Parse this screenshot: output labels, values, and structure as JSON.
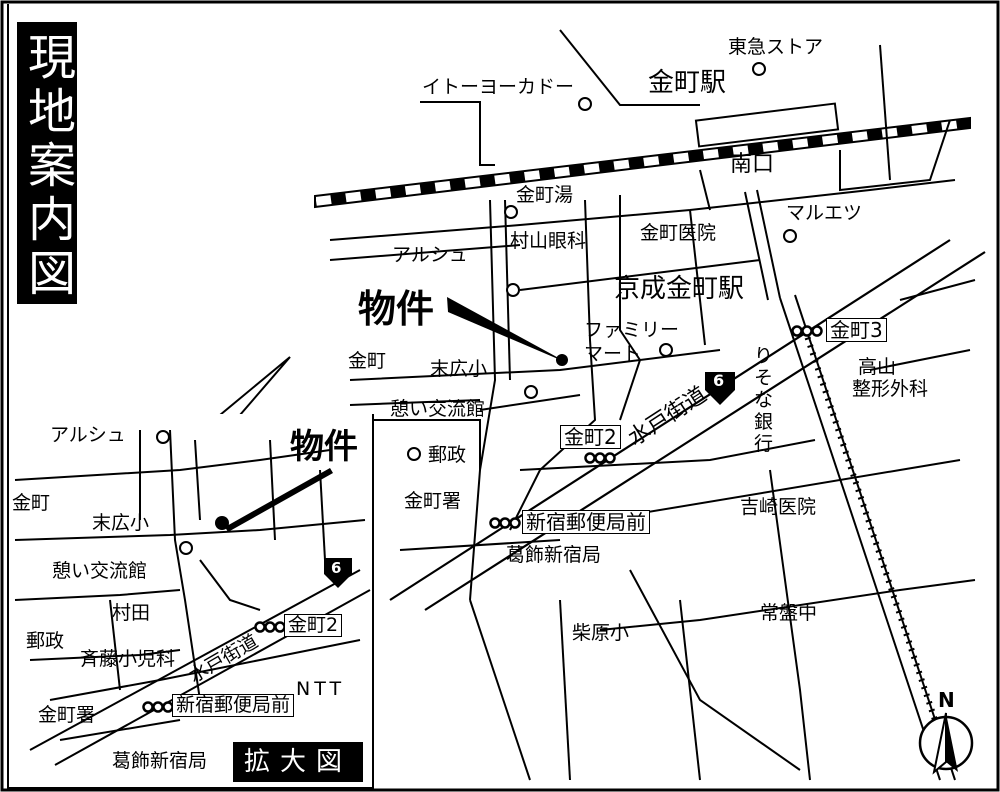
{
  "title": "現地案内図",
  "inset_title": "拡大図",
  "north": "N",
  "property": "物件",
  "route_no": "6",
  "road": "水戸街道",
  "stations": {
    "kanamachi": "金町駅",
    "keisei_kanamachi": "京成金町駅",
    "south_exit": "南口"
  },
  "bus_stops": [
    "金町3",
    "金町2",
    "新宿郵便局前"
  ],
  "places": {
    "tokyu_store": "東急ストア",
    "itoyokado": "イトーヨーカドー",
    "kanamachi_yu": "金町湯",
    "kanamachi_clinic": "金町医院",
    "maruetsu": "マルエツ",
    "murayama_eye": "村山眼科",
    "arusyu": "アルシュ",
    "familymart": "ファミリーマート",
    "kanamachi_kinder": "金町",
    "suehiro_elem": "末広小",
    "ikoi_hall": "憩い交流館",
    "post_office": "郵政",
    "police": "金町署",
    "katsushika_post": "葛飾新宿局",
    "resona": "りそな銀行",
    "takayama_ortho_1": "高山",
    "takayama_ortho_2": "整形外科",
    "yoshizaki_clinic": "吉崎医院",
    "joban_jhs": "常盤中",
    "shibahara_elem": "柴原小"
  },
  "inset": {
    "arusyu": "アルシュ",
    "kanamachi": "金町",
    "suehiro": "末広小",
    "ikoi": "憩い交流館",
    "murata": "村田",
    "post": "郵政",
    "saito_pediatric": "斉藤小児科",
    "road": "水戸街道",
    "ntt": "NTT",
    "police": "金町署",
    "bus_k2": "金町2",
    "bus_post": "新宿郵便局前",
    "katsushika_post": "葛飾新宿局"
  }
}
